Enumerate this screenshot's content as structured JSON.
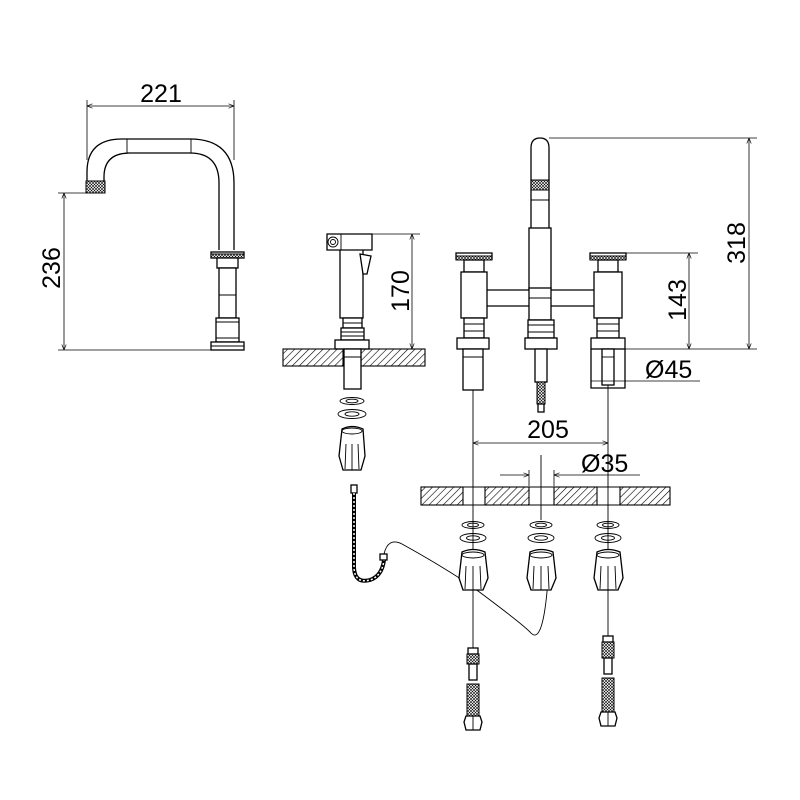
{
  "dimensions": {
    "spout_reach": "221",
    "side_height": "236",
    "sprayer_height": "170",
    "faucet_height": "318",
    "handle_height": "143",
    "base_diameter": "Ø45",
    "hole_spacing": "205",
    "hole_diameter": "Ø35"
  }
}
